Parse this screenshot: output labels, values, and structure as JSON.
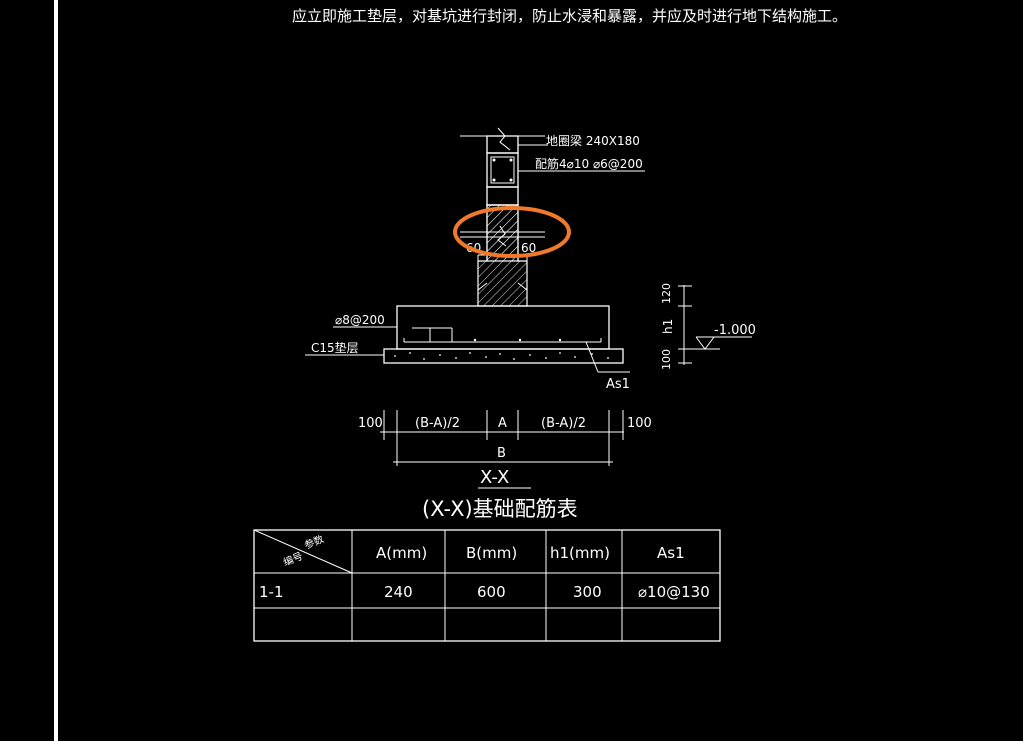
{
  "note_text": "应立即施工垫层，对基坑进行封闭，防止水浸和暴露，并应及时进行地下结构施工。",
  "drawing": {
    "beam_label": "地圈梁 240X180",
    "beam_reinf": "配筋4⌀10 ⌀6@200",
    "dim_60_left": "60",
    "dim_60_right": "60",
    "rebar_label": "⌀8@200",
    "cushion_label": "C15垫层",
    "as1_label": "As1",
    "elev_label": "-1.000",
    "dim_120": "120",
    "dim_h1": "h1",
    "dim_100_v": "100",
    "dim_100_left": "100",
    "dim_ba_left": "(B-A)/2",
    "dim_a": "A",
    "dim_ba_right": "(B-A)/2",
    "dim_100_right": "100",
    "dim_b": "B",
    "section_mark": "X-X",
    "highlight_color": "#f07a2a"
  },
  "table": {
    "title": "(X-X)基础配筋表",
    "header_diag_top": "参数",
    "header_diag_bottom": "编号",
    "columns": [
      "A(mm)",
      "B(mm)",
      "h1(mm)",
      "As1"
    ],
    "rows": [
      {
        "id": "1-1",
        "cells": [
          "240",
          "600",
          "300",
          "⌀10@130"
        ]
      },
      {
        "id": "",
        "cells": [
          "",
          "",
          "",
          ""
        ]
      }
    ]
  }
}
